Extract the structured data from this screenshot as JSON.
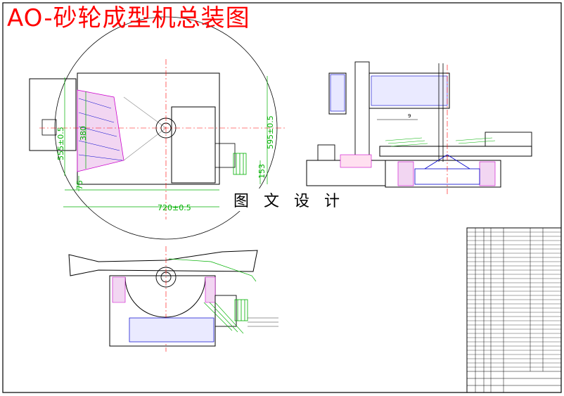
{
  "title": "AO-砂轮成型机总装图",
  "watermark": "图 文 设 计",
  "dimensions": {
    "width_main": "720±0.5",
    "height_left": "555±0.5",
    "height_right": "595±0.5",
    "inner_height": "380",
    "small_right": "153",
    "small_left": "75"
  },
  "part_label": "9",
  "colors": {
    "outline": "#000000",
    "dimension": "#00b000",
    "section": "#0000cc",
    "hatch": "#cc00cc",
    "center": "#ff0000",
    "title": "#ff0000"
  }
}
